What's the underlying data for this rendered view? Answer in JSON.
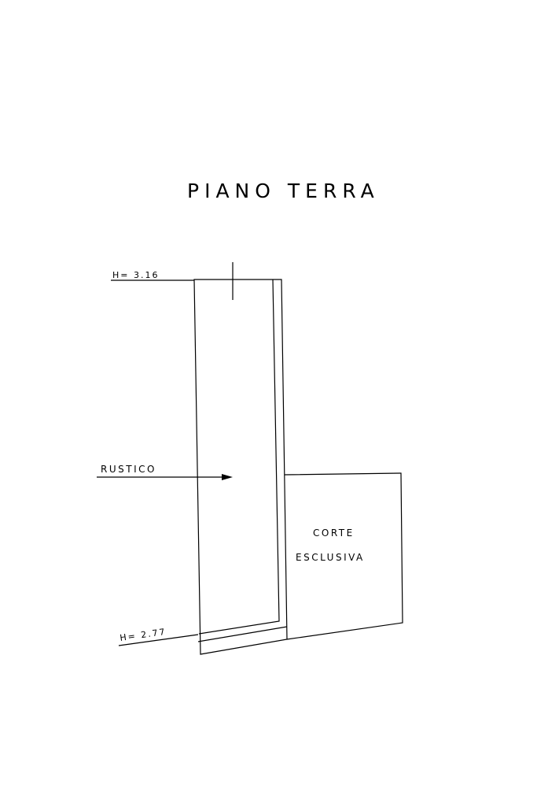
{
  "drawing": {
    "title": "PIANO TERRA",
    "height_top": "H= 3.16",
    "height_bottom": "H= 2.77",
    "room_label": "RUSTICO",
    "court_label_line1": "CORTE",
    "court_label_line2": "ESCLUSIVA"
  }
}
